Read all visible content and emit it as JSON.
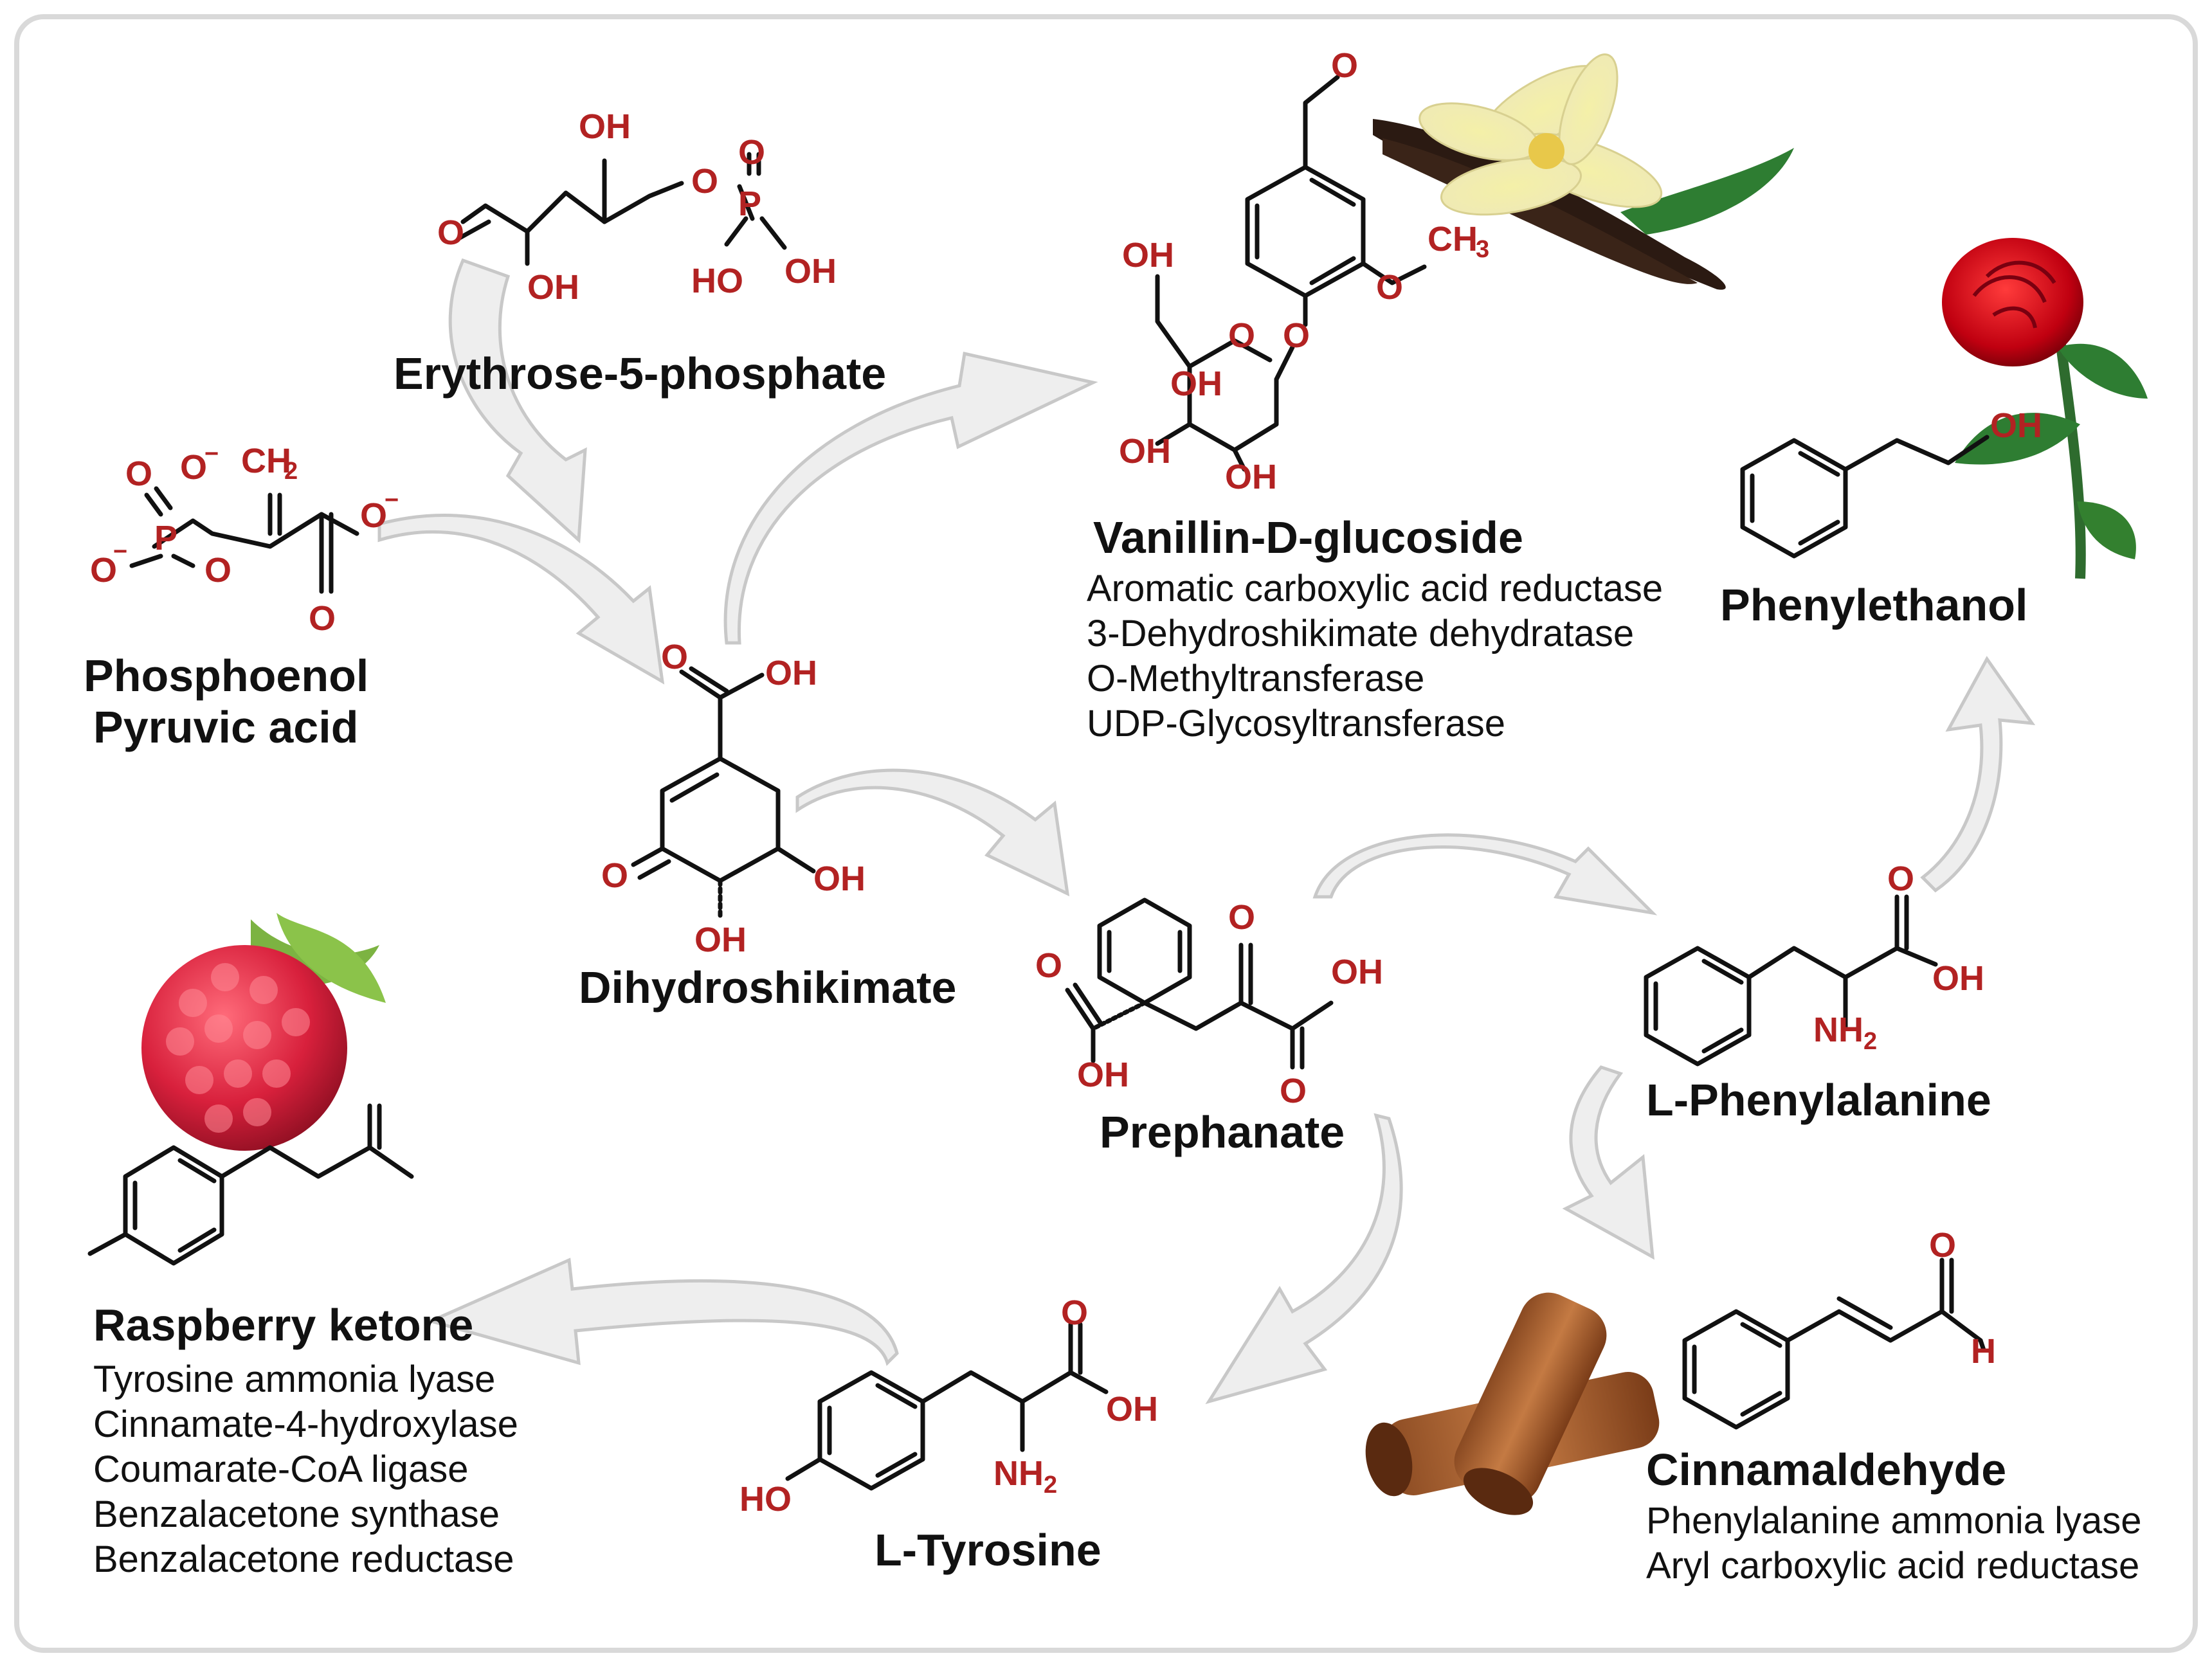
{
  "compounds": {
    "e5p": "Erythrose-5-phosphate",
    "pep_line1": "Phosphoenol",
    "pep_line2": "Pyruvic acid",
    "dhs": "Dihydroshikimate",
    "prephanate": "Prephanate",
    "vanillin": "Vanillin-D-glucoside",
    "phenylethanol": "Phenylethanol",
    "phe": "L-Phenylalanine",
    "tyr": "L-Tyrosine",
    "raspberry": "Raspberry ketone",
    "cinnam": "Cinnamaldehyde"
  },
  "enzymes": {
    "vanillin": [
      "Aromatic carboxylic acid reductase",
      "3-Dehydroshikimate dehydratase",
      "O-Methyltransferase",
      "UDP-Glycosyltransferase"
    ],
    "raspberry": [
      "Tyrosine ammonia lyase",
      "Cinnamate-4-hydroxylase",
      "Coumarate-CoA ligase",
      "Benzalacetone synthase",
      "Benzalacetone reductase"
    ],
    "cinnam": [
      "Phenylalanine ammonia lyase",
      "Aryl carboxylic acid reductase"
    ]
  },
  "atoms": {
    "O": "O",
    "OH": "OH",
    "HO": "HO",
    "P": "P",
    "H": "H",
    "O_minus": "O",
    "minus": "−",
    "CH": "CH",
    "sub2": "2",
    "sub3": "3",
    "NH": "NH"
  },
  "colors": {
    "atom": "#b22222",
    "bond": "#111111",
    "arrow_fill": "#eeeeee",
    "arrow_stroke": "#c8c8c8",
    "frame": "#d9d9d9"
  }
}
